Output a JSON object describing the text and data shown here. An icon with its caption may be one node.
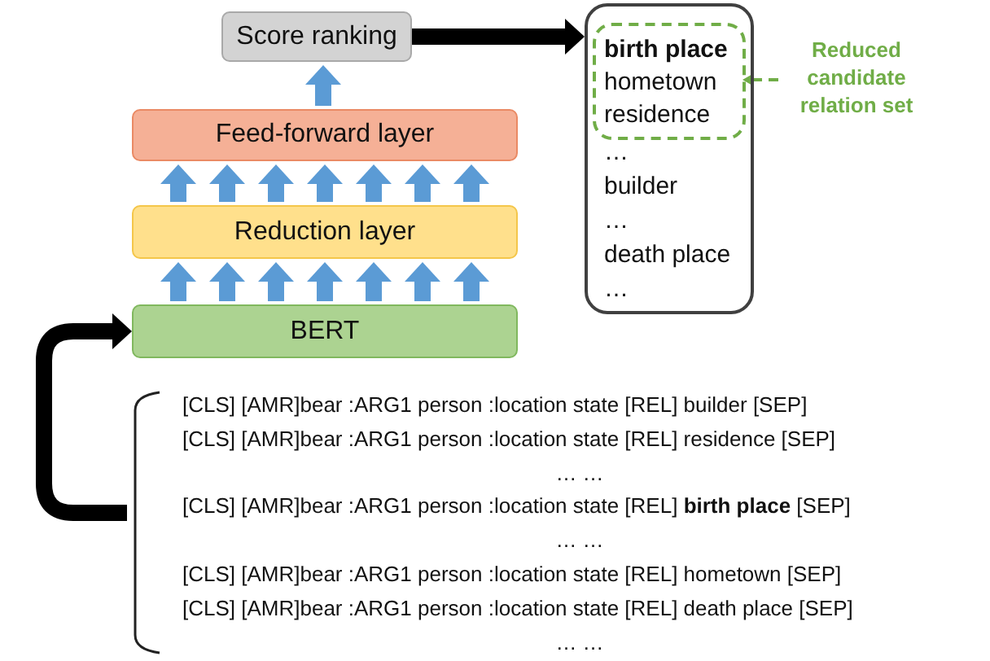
{
  "diagram": {
    "nodes": [
      {
        "text": [
          "Score ranking"
        ]
      },
      {
        "text": [
          "Feed-forward layer"
        ]
      },
      {
        "text": [
          "Reduction layer"
        ]
      },
      {
        "text": [
          "BERT"
        ]
      },
      {
        "text": [
          "…",
          "builder",
          "…",
          "death place",
          "…"
        ]
      },
      {
        "text": [
          "birth place",
          "hometown",
          "residence"
        ],
        "in": 4
      },
      {
        "text": [
          "Reduced candidate relation set"
        ]
      },
      {
        "text": [
          "[CLS] [AMR]bear :ARG1 person :location state [REL] builder [SEP]",
          "[CLS] [AMR]bear :ARG1 person :location state [REL] residence [SEP]",
          "… …",
          "[CLS] [AMR]bear :ARG1 person :location state [REL] **birth place** [SEP]",
          "… …",
          "[CLS] [AMR]bear :ARG1 person :location state [REL] hometown [SEP]",
          "[CLS] [AMR]bear :ARG1 person :location state [REL] death place [SEP]",
          "… …"
        ]
      }
    ],
    "edges": [
      {
        "from": 3,
        "to": 2,
        "arrow": "to"
      },
      {
        "from": 3,
        "to": 2,
        "arrow": "to"
      },
      {
        "from": 3,
        "to": 2,
        "arrow": "to"
      },
      {
        "from": 3,
        "to": 2,
        "arrow": "to"
      },
      {
        "from": 3,
        "to": 2,
        "arrow": "to"
      },
      {
        "from": 3,
        "to": 2,
        "arrow": "to"
      },
      {
        "from": 3,
        "to": 2,
        "arrow": "to"
      },
      {
        "from": 2,
        "to": 1,
        "arrow": "to"
      },
      {
        "from": 2,
        "to": 1,
        "arrow": "to"
      },
      {
        "from": 2,
        "to": 1,
        "arrow": "to"
      },
      {
        "from": 2,
        "to": 1,
        "arrow": "to"
      },
      {
        "from": 2,
        "to": 1,
        "arrow": "to"
      },
      {
        "from": 2,
        "to": 1,
        "arrow": "to"
      },
      {
        "from": 2,
        "to": 1,
        "arrow": "to"
      },
      {
        "from": 1,
        "to": 0,
        "arrow": "to"
      },
      {
        "from": 0,
        "to": 4,
        "arrow": "to",
        "color": "#000000"
      },
      {
        "from": 6,
        "to": 5,
        "arrow": "to",
        "style": "dashed",
        "color": "#70ad47"
      },
      {
        "from": 7,
        "to": 3,
        "arrow": "to",
        "color": "#000000"
      }
    ]
  }
}
